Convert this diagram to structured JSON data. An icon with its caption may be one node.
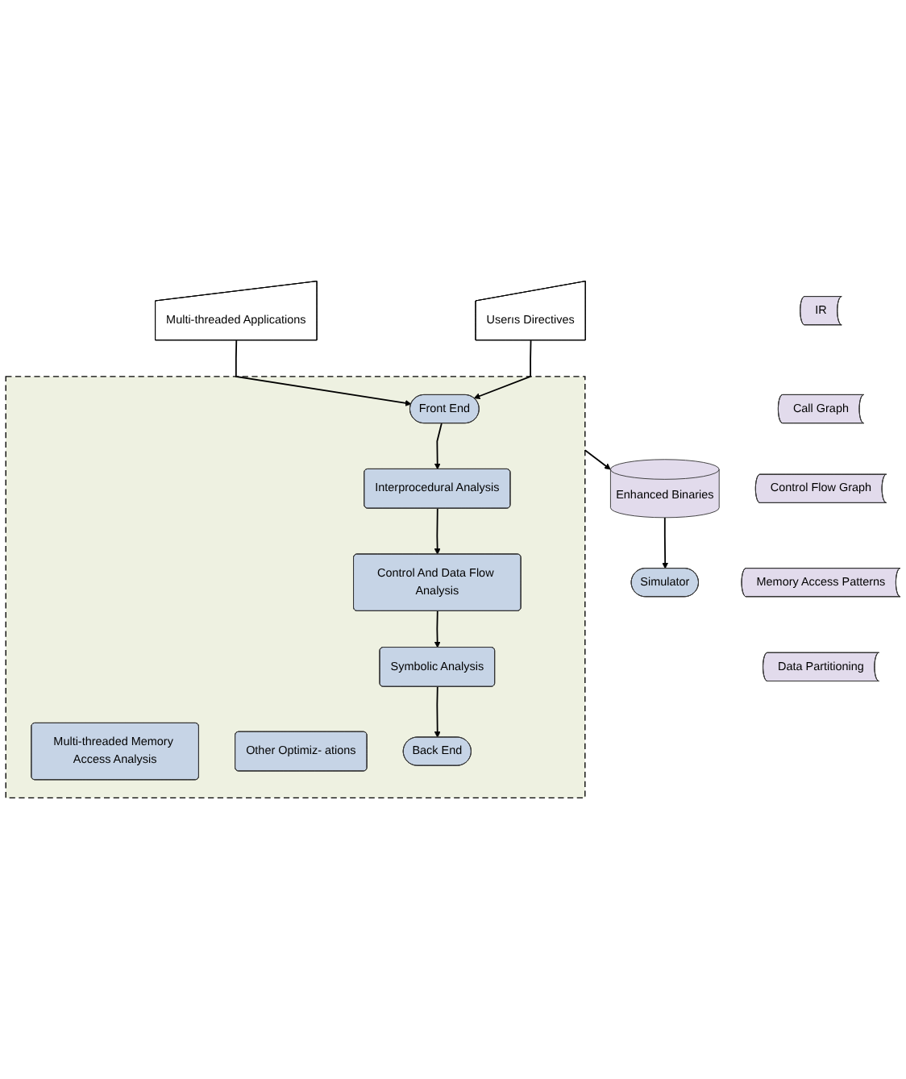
{
  "diagram": {
    "nodes": [
      {
        "text": [
          "Multi-threaded Applications"
        ]
      },
      {
        "text": [
          "Userıs Directives"
        ]
      },
      {
        "text": [],
        "shape": "box"
      },
      {
        "text": [
          "Front End"
        ],
        "in": 2
      },
      {
        "text": [
          "Interprocedural Analysis"
        ],
        "in": 2
      },
      {
        "text": [
          "Control And Data Flow Analysis"
        ],
        "in": 2
      },
      {
        "text": [
          "Multi-threaded Memory Access Analysis"
        ],
        "in": 2
      },
      {
        "text": [
          "Symbolic Analysis"
        ],
        "in": 2
      },
      {
        "text": [
          "Other Optimiz- ations"
        ],
        "in": 2
      },
      {
        "text": [
          "Back End"
        ],
        "in": 2
      },
      {
        "text": [
          "Enhanced Binaries"
        ]
      },
      {
        "text": [
          "Simulator"
        ]
      },
      {
        "text": [
          "IR"
        ]
      },
      {
        "text": [
          "Call Graph"
        ]
      },
      {
        "text": [
          "Control Flow Graph"
        ]
      },
      {
        "text": [
          "Memory Access Patterns"
        ]
      },
      {
        "text": [
          "Data Partitioning"
        ]
      }
    ],
    "edges": [
      {
        "from": 0,
        "to": 3,
        "arrow": "to"
      },
      {
        "from": 1,
        "to": 3,
        "arrow": "to"
      },
      {
        "from": 3,
        "to": 4,
        "arrow": "to"
      },
      {
        "from": 4,
        "to": 5,
        "arrow": "to"
      },
      {
        "from": 5,
        "to": 7,
        "arrow": "to"
      },
      {
        "from": 7,
        "to": 9,
        "arrow": "to"
      },
      {
        "from": 2,
        "to": 10,
        "arrow": "to"
      },
      {
        "from": 10,
        "to": 11,
        "arrow": "to"
      }
    ]
  }
}
